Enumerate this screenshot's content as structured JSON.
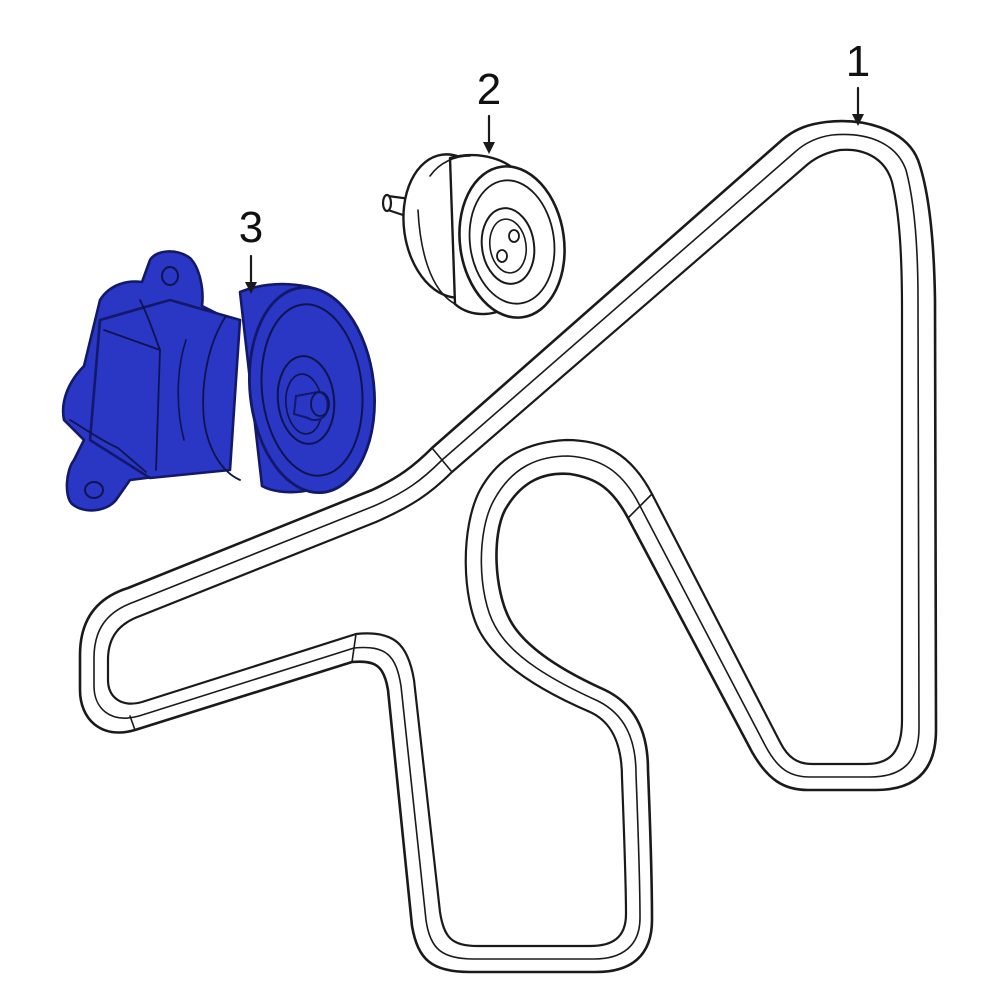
{
  "callouts": [
    {
      "id": "1",
      "label": "1",
      "part": "belt"
    },
    {
      "id": "2",
      "label": "2",
      "part": "idler-pulley"
    },
    {
      "id": "3",
      "label": "3",
      "part": "belt-tensioner"
    }
  ],
  "colors": {
    "highlight": "#2a36c4",
    "highlight_outline": "#12186a",
    "line": "#1a1a1a",
    "background": "#ffffff"
  }
}
